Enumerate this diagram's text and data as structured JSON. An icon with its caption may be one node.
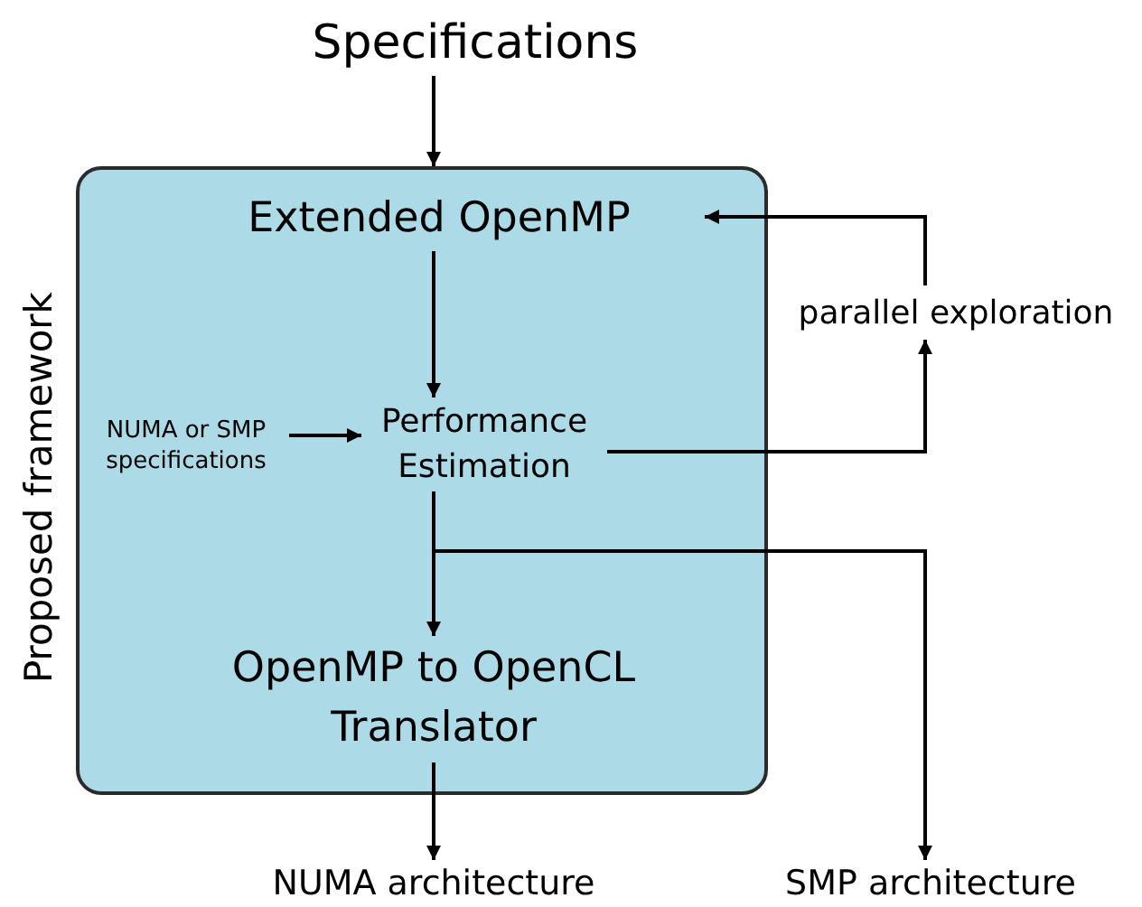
{
  "diagram": {
    "nodes": [
      {
        "text": [
          "Specifications"
        ]
      },
      {
        "text": [
          "Proposed framework"
        ]
      },
      {
        "text": [
          "Extended OpenMP"
        ],
        "in": 1
      },
      {
        "text": [
          "NUMA or SMP specifications"
        ],
        "in": 1
      },
      {
        "text": [
          "Performance Estimation"
        ],
        "in": 1
      },
      {
        "text": [
          "OpenMP to OpenCL Translator"
        ],
        "in": 1
      },
      {
        "text": [
          "parallel exploration"
        ]
      },
      {
        "text": [
          "NUMA architecture"
        ]
      },
      {
        "text": [
          "SMP architecture"
        ]
      }
    ],
    "edges": [
      {
        "from": 0,
        "to": 1,
        "arrow": "to"
      },
      {
        "from": 2,
        "to": 4,
        "arrow": "to"
      },
      {
        "from": 3,
        "to": 4,
        "arrow": "to"
      },
      {
        "from": 4,
        "to": 6,
        "arrow": "to"
      },
      {
        "from": 6,
        "to": 2,
        "arrow": "to"
      },
      {
        "from": 4,
        "to": 5,
        "arrow": "to"
      },
      {
        "from": 4,
        "to": 8,
        "arrow": "to"
      },
      {
        "from": 5,
        "to": 7,
        "arrow": "to"
      }
    ]
  }
}
